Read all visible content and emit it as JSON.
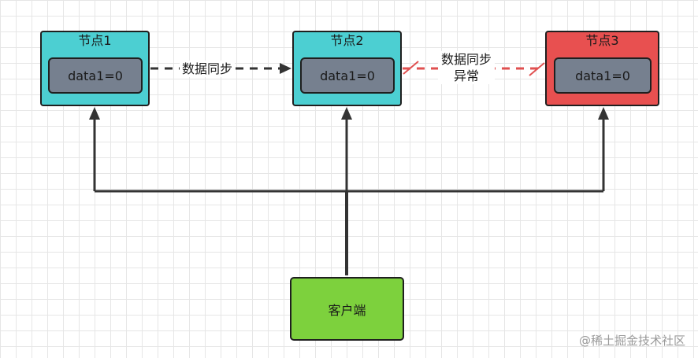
{
  "nodes": {
    "node1": {
      "title": "节点1",
      "value": "data1=0",
      "color": "#4ccfd2"
    },
    "node2": {
      "title": "节点2",
      "value": "data1=0",
      "color": "#4ccfd2"
    },
    "node3": {
      "title": "节点3",
      "value": "data1=0",
      "color": "#e85050"
    }
  },
  "client": {
    "label": "客户端",
    "color": "#7dd13d"
  },
  "edges": {
    "sync_label": "数据同步",
    "sync_fail_label": "数据同步异常",
    "sync_color": "#333333",
    "fail_color": "#e05050"
  },
  "watermark": "@稀土掘金技术社区"
}
